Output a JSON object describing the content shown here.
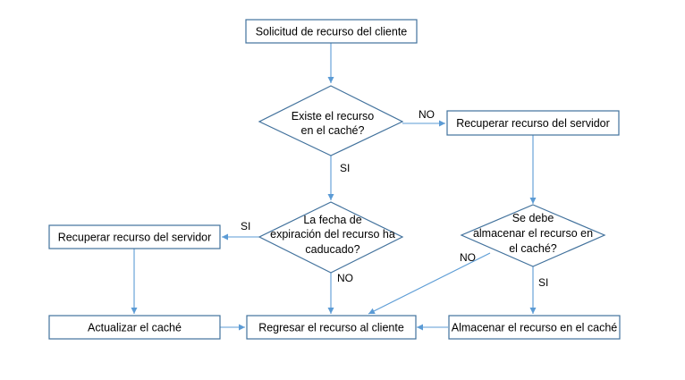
{
  "nodes": {
    "start": "Solicitud de recurso del cliente",
    "exists_l1": "Existe el recurso",
    "exists_l2": "en el caché?",
    "fetch_right": "Recuperar recurso del servidor",
    "expired_l1": "La fecha de",
    "expired_l2": "expiración del recurso ha",
    "expired_l3": "caducado?",
    "fetch_left": "Recuperar recurso del servidor",
    "store_l1": "Se debe",
    "store_l2": "almacenar el recurso en",
    "store_l3": "el caché?",
    "update_cache": "Actualizar el caché",
    "return_client": "Regresar el recurso al cliente",
    "store_cache": "Almacenar el recurso en el caché"
  },
  "edge_labels": {
    "exists_no": "NO",
    "exists_yes": "SI",
    "expired_yes": "SI",
    "expired_no": "NO",
    "store_no": "NO",
    "store_yes": "SI"
  },
  "colors": {
    "box_border": "#41719c",
    "arrow": "#5b9bd5",
    "text": "#000000"
  }
}
